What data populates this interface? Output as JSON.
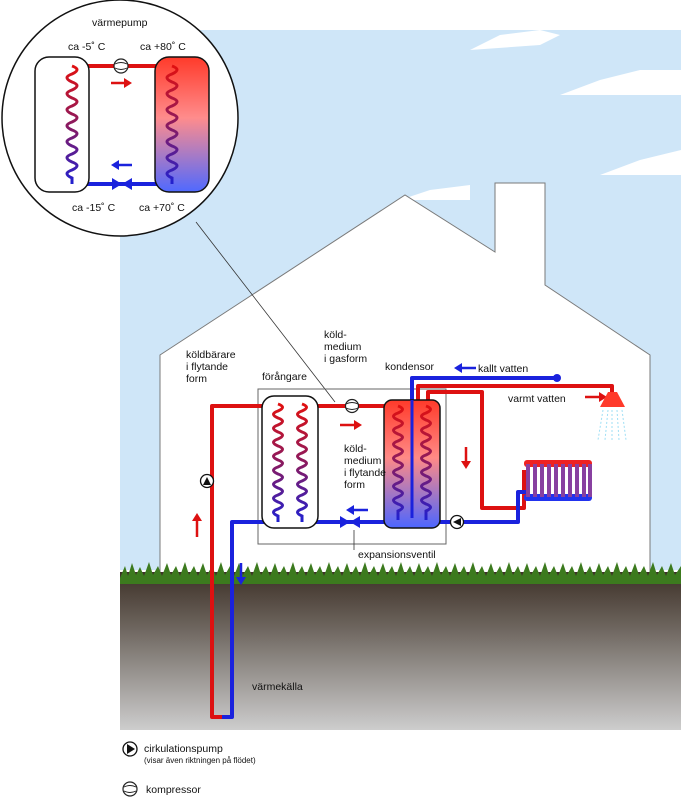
{
  "colors": {
    "sky": "#cfe6f8",
    "ground_top": "#3d3027",
    "ground_bottom": "#c9c9c9",
    "grass": "#3c7a1e",
    "warm_pipe": "#dd1111",
    "cold_pipe": "#1a22dd",
    "mixed_pipe": "#5a1f70"
  },
  "inset": {
    "title": "värmepump",
    "temp_top_left": "ca -5˚ C",
    "temp_top_right": "ca +80˚ C",
    "temp_bottom_left": "ca -15˚ C",
    "temp_bottom_right": "ca +70˚ C"
  },
  "labels": {
    "koldbarare": [
      "köldbärare",
      "i flytande",
      "form"
    ],
    "forangare": "förångare",
    "koldmedium_gas": [
      "köld-",
      "medium",
      "i gasform"
    ],
    "kondensor": "kondensor",
    "kallt_vatten": "kallt vatten",
    "varmt_vatten": "varmt vatten",
    "koldmedium_flytande": [
      "köld-",
      "medium",
      "i flytande",
      "form"
    ],
    "expansionsventil": "expansionsventil",
    "varmekalla": "värmekälla"
  },
  "legend": {
    "pump_label": "cirkulationspump",
    "pump_note": "(visar även riktningen på flödet)",
    "compressor_label": "kompressor",
    "pump_icon": "circulation-pump-icon",
    "compressor_icon": "compressor-icon"
  }
}
